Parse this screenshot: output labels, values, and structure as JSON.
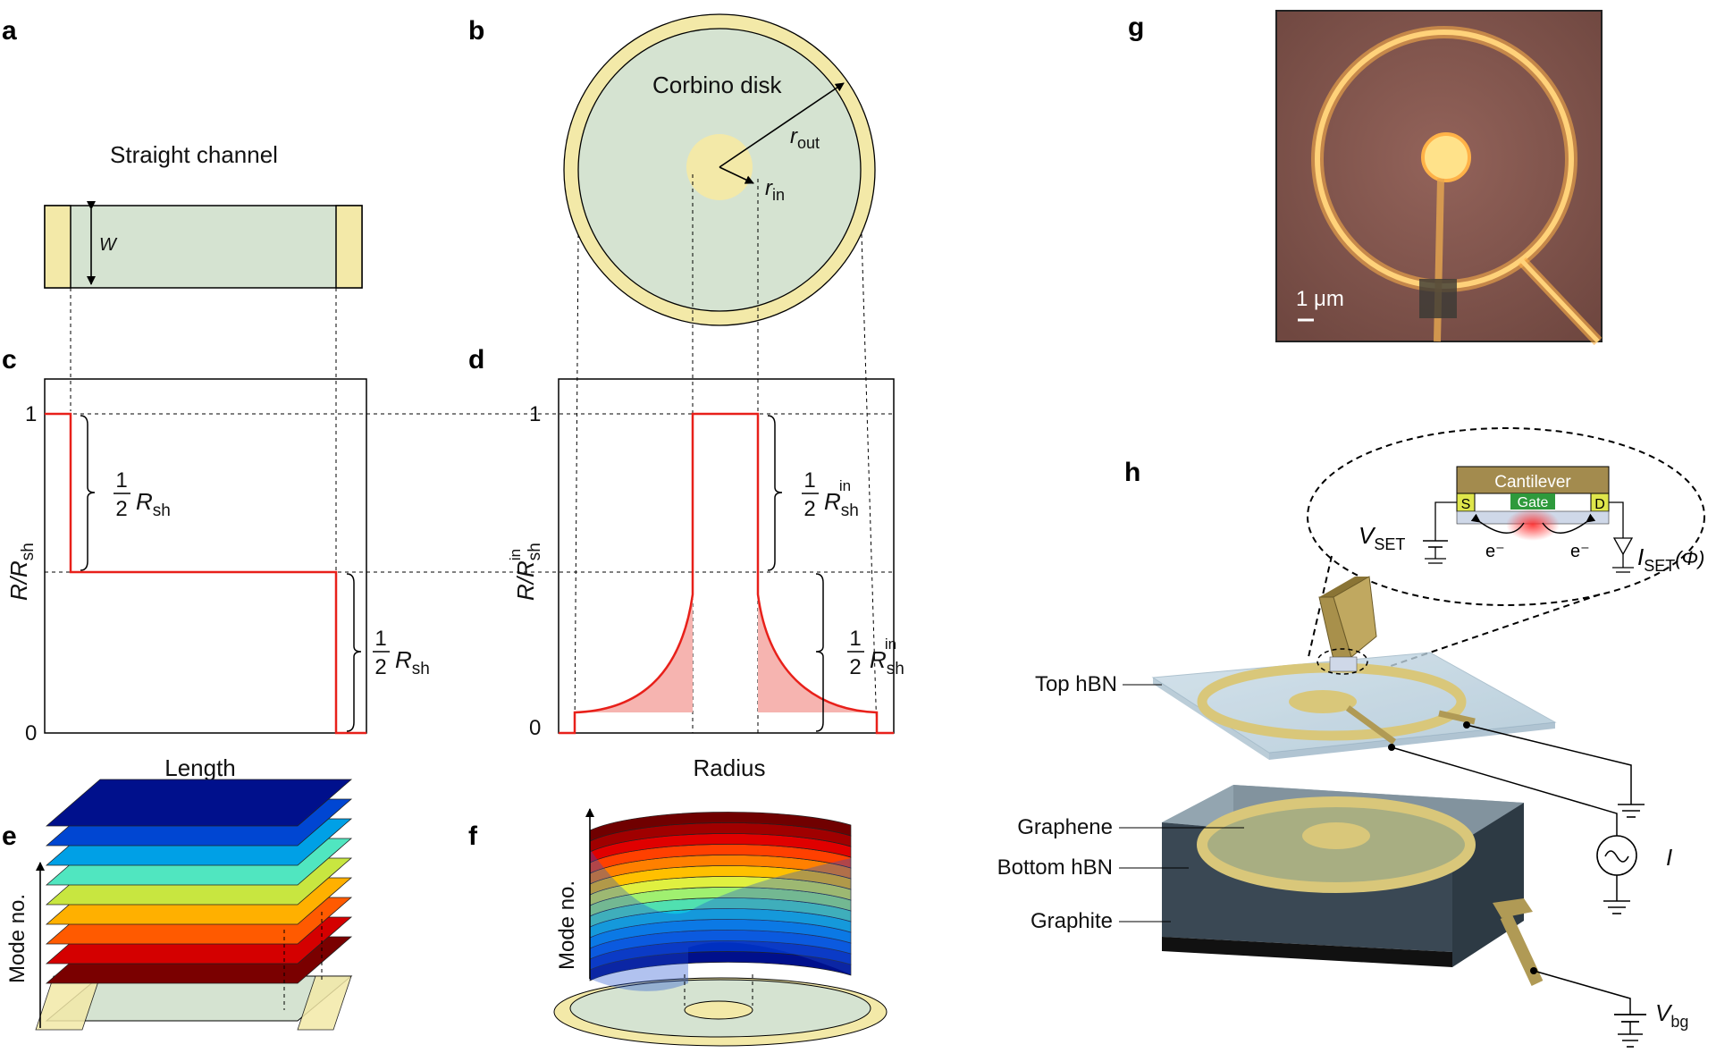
{
  "panel_labels": {
    "a": "a",
    "b": "b",
    "c": "c",
    "d": "d",
    "e": "e",
    "f": "f",
    "g": "g",
    "h": "h"
  },
  "panel_a": {
    "title": "Straight channel",
    "width_symbol": "W"
  },
  "panel_b": {
    "title": "Corbino disk",
    "r_out": "r",
    "r_out_sub": "out",
    "r_in": "r",
    "r_in_sub": "in"
  },
  "panel_c": {
    "ylabel_main": "R/R",
    "ylabel_sub": "sh",
    "xlabel": "Length",
    "tick_top": "1",
    "tick_bottom": "0",
    "half_num": "1",
    "half_den": "2",
    "rsh": "R",
    "rsh_sub": "sh"
  },
  "panel_d": {
    "ylabel_main": "R/R",
    "ylabel_sub": "sh",
    "ylabel_sup": "in",
    "xlabel": "Radius",
    "tick_top": "1",
    "tick_bottom": "0",
    "half_num": "1",
    "half_den": "2",
    "rsh": "R",
    "rsh_sub": "sh",
    "rsh_sup": "in"
  },
  "panel_e": {
    "ylabel": "Mode no."
  },
  "panel_f": {
    "ylabel": "Mode no."
  },
  "panel_g": {
    "scale_bar": "1 μm"
  },
  "panel_h": {
    "cantilever": "Cantilever",
    "gate": "Gate",
    "source": "S",
    "drain": "D",
    "vset": "V",
    "vset_sub": "SET",
    "iset": "I",
    "iset_sub": "SET",
    "iset_arg": "(Φ)",
    "electron": "e⁻",
    "top_hbn": "Top hBN",
    "graphene": "Graphene",
    "bottom_hbn": "Bottom hBN",
    "graphite": "Graphite",
    "current": "I",
    "vbg": "V",
    "vbg_sub": "bg"
  },
  "colors": {
    "contact": "#f3e9a8",
    "channel": "#d5e3d1",
    "curve": "#e8201a",
    "fill": "#f6b4b0"
  }
}
